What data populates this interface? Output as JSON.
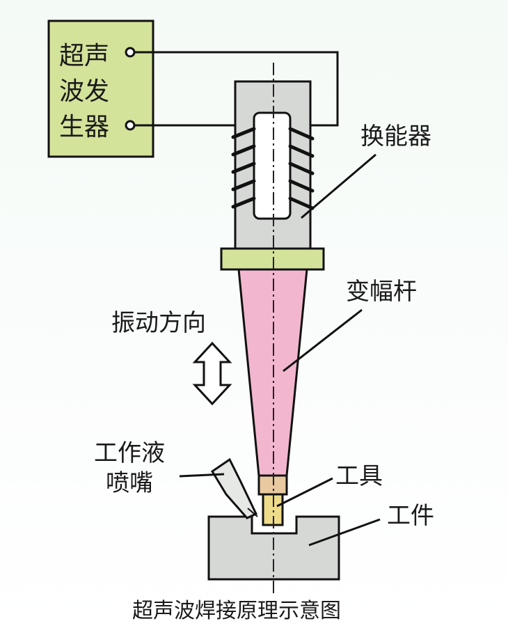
{
  "generator": {
    "line1": "超声",
    "line2": "波发",
    "line3": "生器"
  },
  "labels": {
    "transducer": "换能器",
    "horn": "变幅杆",
    "vibration_direction": "振动方向",
    "nozzle_line1": "工作液",
    "nozzle_line2": "喷嘴",
    "tool": "工具",
    "workpiece": "工件"
  },
  "caption": "超声波焊接原理示意图",
  "colors": {
    "generator_fill": "#d4e39a",
    "flange_fill": "#d4e39a",
    "transducer_fill": "#d6d8d6",
    "horn_fill": "#f2b7cf",
    "workpiece_fill": "#d6d8d6",
    "tool_fill": "#e8dc90",
    "stroke": "#111111"
  }
}
